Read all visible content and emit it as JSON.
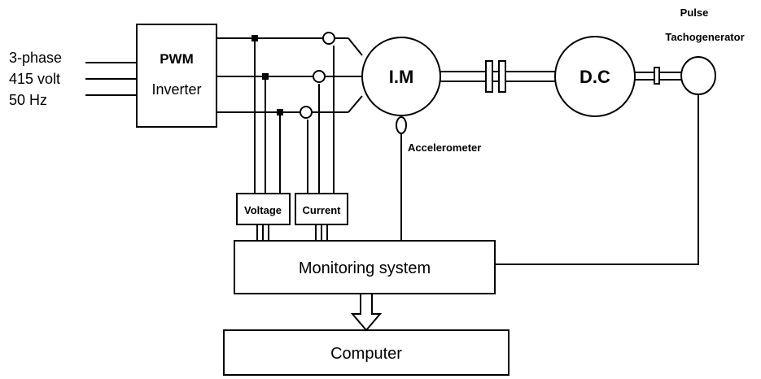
{
  "supply": {
    "line1": "3-phase",
    "line2": "415 volt",
    "line3": "50 Hz"
  },
  "inverter": {
    "title": "PWM",
    "subtitle": "Inverter"
  },
  "motor": {
    "label": "I.M"
  },
  "dc_machine": {
    "label": "D.C"
  },
  "tacho": {
    "line1": "Pulse",
    "line2": "Tachogenerator"
  },
  "accelerometer": {
    "label": "Accelerometer"
  },
  "sensors": {
    "voltage": "Voltage",
    "current": "Current"
  },
  "monitoring": {
    "label": "Monitoring system"
  },
  "computer": {
    "label": "Computer"
  },
  "colors": {
    "stroke": "#000000",
    "background": "#ffffff"
  }
}
